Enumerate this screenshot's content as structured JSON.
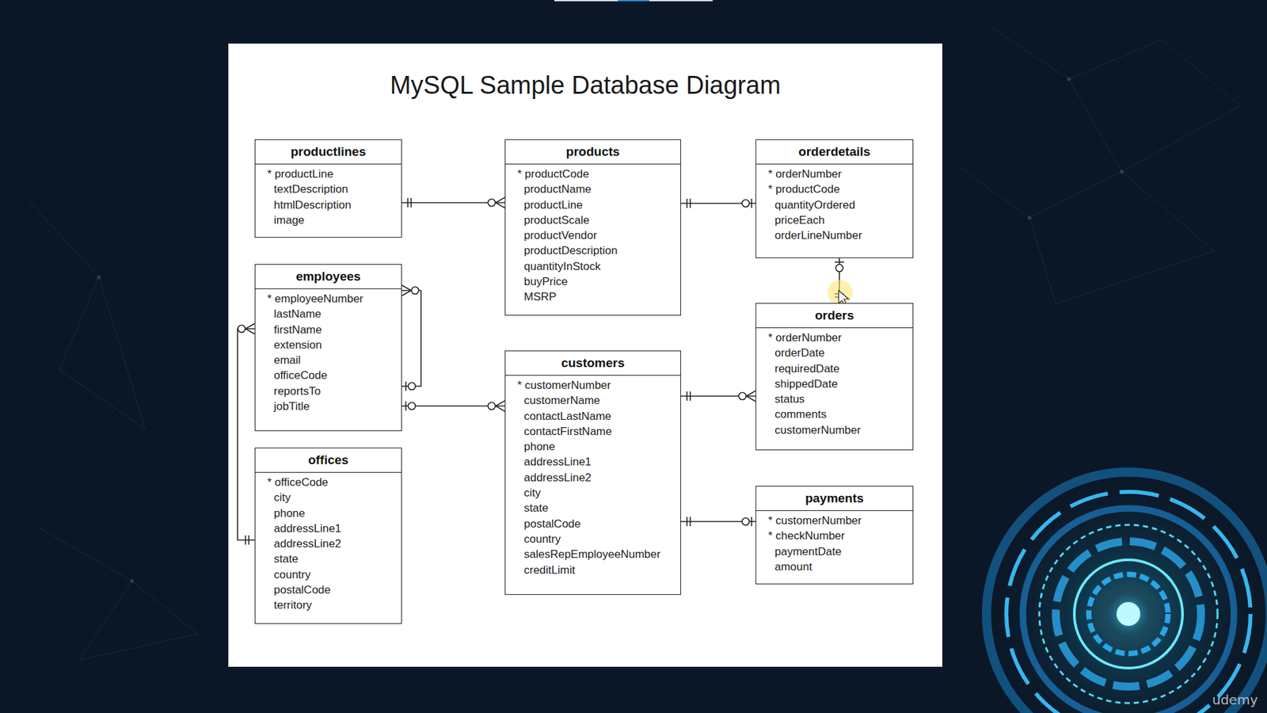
{
  "diagram": {
    "title": "MySQL Sample Database Diagram",
    "nodes": [
      {
        "text": [
          "productlines",
          "* productLine",
          "textDescription",
          "htmlDescription",
          "image"
        ]
      },
      {
        "text": [
          "products",
          "* productCode",
          "productName",
          "productLine",
          "productScale",
          "productVendor",
          "productDescription",
          "quantityInStock",
          "buyPrice",
          "MSRP"
        ]
      },
      {
        "text": [
          "orderdetails",
          "* orderNumber",
          "* productCode",
          "quantityOrdered",
          "priceEach",
          "orderLineNumber"
        ]
      },
      {
        "text": [
          "employees",
          "* employeeNumber",
          "lastName",
          "firstName",
          "extension",
          "email",
          "officeCode",
          "reportsTo",
          "jobTitle"
        ]
      },
      {
        "text": [
          "orders",
          "* orderNumber",
          "orderDate",
          "requiredDate",
          "shippedDate",
          "status",
          "comments",
          "customerNumber"
        ]
      },
      {
        "text": [
          "customers",
          "* customerNumber",
          "customerName",
          "contactLastName",
          "contactFirstName",
          "phone",
          "addressLine1",
          "addressLine2",
          "city",
          "state",
          "postalCode",
          "country",
          "salesRepEmployeeNumber",
          "creditLimit"
        ]
      },
      {
        "text": [
          "offices",
          "* officeCode",
          "city",
          "phone",
          "addressLine1",
          "addressLine2",
          "state",
          "country",
          "postalCode",
          "territory"
        ]
      },
      {
        "text": [
          "payments",
          "* customerNumber",
          "* checkNumber",
          "paymentDate",
          "amount"
        ]
      }
    ],
    "edges": [
      {
        "from": 0,
        "to": 1,
        "arrow": "both"
      },
      {
        "from": 1,
        "to": 2,
        "arrow": "both"
      },
      {
        "from": 2,
        "to": 4,
        "arrow": "both"
      },
      {
        "from": 3,
        "to": 3,
        "arrow": "both"
      },
      {
        "from": 3,
        "to": 5,
        "arrow": "both"
      },
      {
        "from": 3,
        "to": 6,
        "arrow": "both"
      },
      {
        "from": 5,
        "to": 4,
        "arrow": "both"
      },
      {
        "from": 5,
        "to": 7,
        "arrow": "both"
      }
    ],
    "labels": [
      "udemy"
    ]
  }
}
